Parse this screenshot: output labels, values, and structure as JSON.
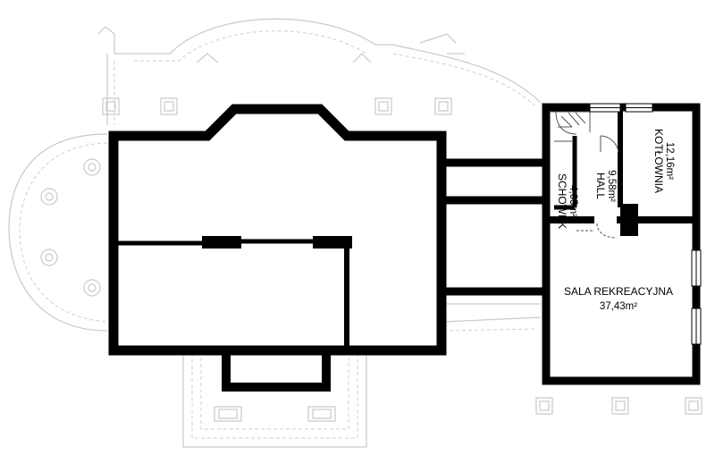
{
  "rooms": {
    "sala": {
      "name": "SALA REKREACYJNA",
      "area": "37,43m²"
    },
    "hall": {
      "name": "HALL",
      "area": "9,58m²"
    },
    "schowek": {
      "name": "SCHOWEK",
      "area": "4,05m²"
    },
    "kotlownia": {
      "name": "KOTŁOWNIA",
      "area": "12,16m²"
    }
  }
}
